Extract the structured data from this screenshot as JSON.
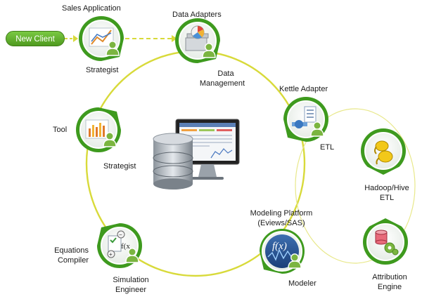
{
  "new_client": "New Client",
  "nodes": {
    "sales_application": {
      "title": "Sales Application",
      "role": "Strategist"
    },
    "data_adapters": {
      "title": "Data Adapters",
      "role_line1": "Data",
      "role_line2": "Management"
    },
    "kettle_adapter": {
      "title": "Kettle Adapter",
      "role": "ETL"
    },
    "tool": {
      "title": "Tool",
      "role": "Strategist"
    },
    "hadoop": {
      "line1": "Hadoop/Hive",
      "line2": "ETL"
    },
    "modeling_platform": {
      "title_line1": "Modeling Platform",
      "title_line2": "(Eviews/SAS)",
      "role": "Modeler"
    },
    "equations_compiler": {
      "title_line1": "Equations",
      "title_line2": "Compiler",
      "role_line1": "Simulation",
      "role_line2": "Engineer"
    },
    "attribution_engine": {
      "line1": "Attribution",
      "line2": "Engine"
    }
  },
  "icons": {
    "hub": "database-monitor-icon",
    "sales": "line-chart-icon",
    "adapters": "server-stack-icon",
    "kettle": "data-pipe-icon",
    "tool": "bar-chart-icon",
    "modeling": "fx-wave-icon",
    "equations": "calculator-icon",
    "hadoop": "elephant-icon",
    "attribution": "gear-database-icon",
    "person": "person-icon"
  },
  "colors": {
    "pin_green": "#3e9a1e",
    "ring": "#d8da3a",
    "pill": "#5aa52a"
  }
}
